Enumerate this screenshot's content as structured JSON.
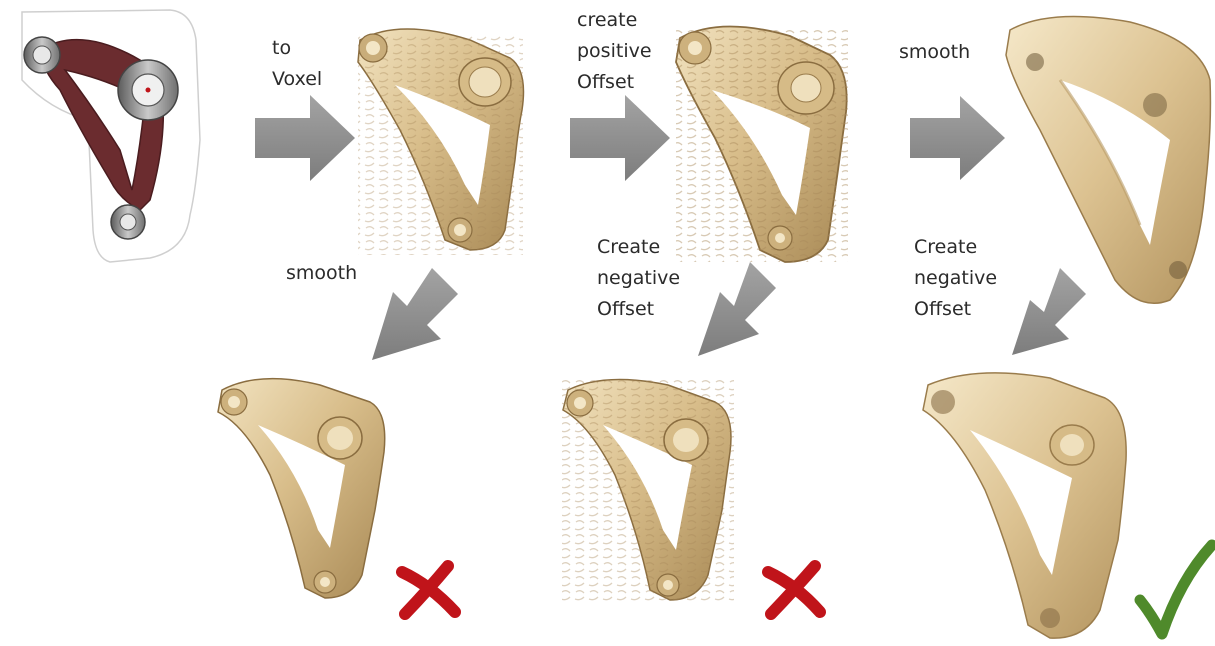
{
  "labels": {
    "to_voxel": [
      "to",
      "Voxel"
    ],
    "positive_offset": [
      "create",
      "positive",
      "Offset"
    ],
    "smooth_top": "smooth",
    "smooth_left": "smooth",
    "negative_offset_mid": [
      "Create",
      "negative",
      "Offset"
    ],
    "negative_offset_right": [
      "Create",
      "negative",
      "Offset"
    ]
  },
  "colors": {
    "part_tan": "#d9c08f",
    "part_shadow": "#a8895a",
    "part_highlight": "#f1e2bf",
    "part_dark_red": "#6b2c2f",
    "bushing_gray": "#8d8d8d",
    "arrow_gray": "#8f8f8f",
    "cross_red": "#c0141a",
    "check_green": "#4f8a2b",
    "text": "#2b2b2b"
  },
  "results": [
    "fail",
    "fail",
    "success"
  ]
}
